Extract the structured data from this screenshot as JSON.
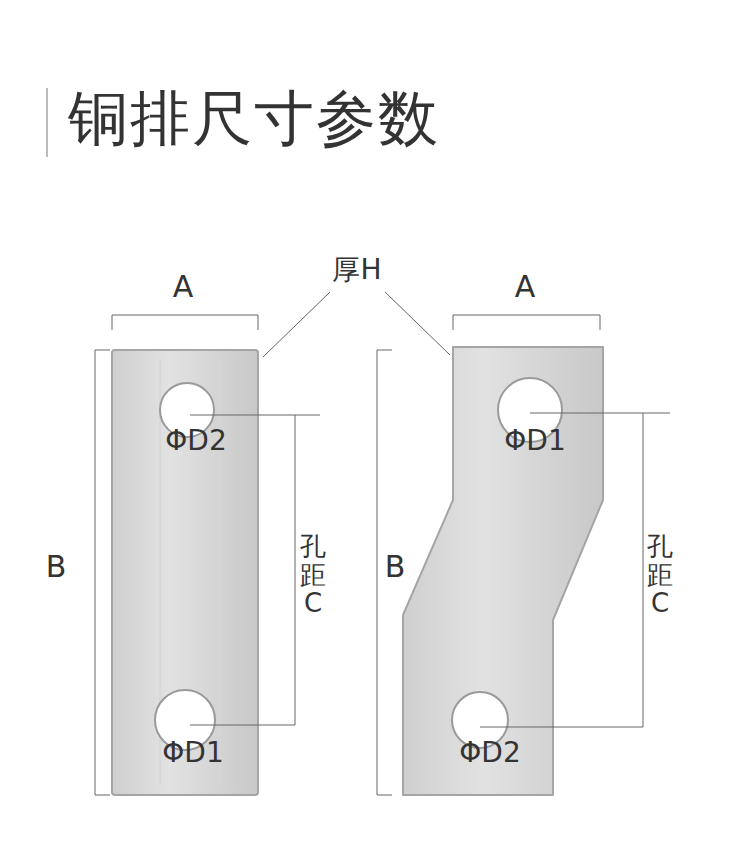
{
  "diagram": {
    "title": "铜排尺寸参数",
    "labels": [
      "A",
      "厚H",
      "A",
      "ΦD2",
      "ΦD1",
      "B",
      "孔距C",
      "B",
      "孔距C",
      "ΦD1",
      "ΦD2"
    ]
  }
}
